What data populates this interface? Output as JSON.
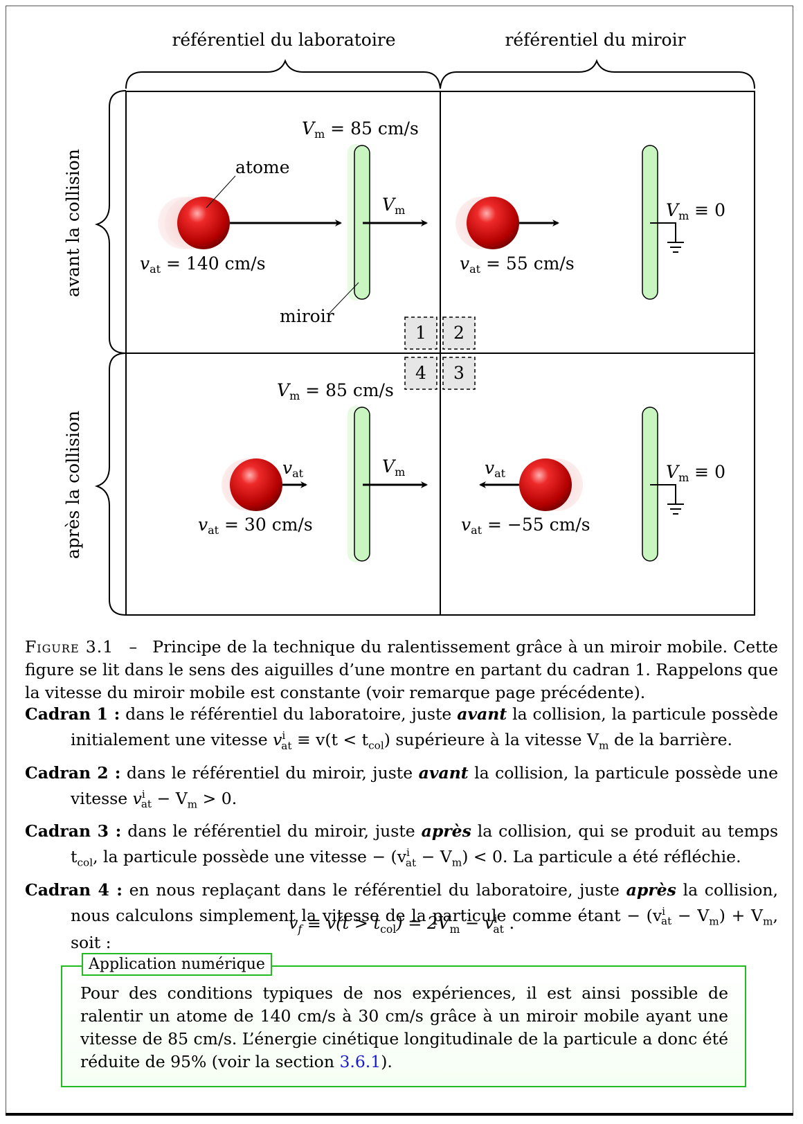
{
  "figure": {
    "header_left": "référentiel du laboratoire",
    "header_right": "référentiel du miroir",
    "side_top": "avant la collision",
    "side_bottom": "après la collision",
    "quadrant_numbers": [
      "1",
      "2",
      "3",
      "4"
    ],
    "q1": {
      "vm_label": "V",
      "vm_sub": "m",
      "vm_value": " = 85 cm/s",
      "atom_label": "atome",
      "mirror_label": "miroir",
      "vat_value": " = 140 cm/s",
      "arrow_label": "V",
      "arrow_sub": "m"
    },
    "q2": {
      "vat_value": " = 55 cm/s",
      "ground_label": "V",
      "ground_sub": "m",
      "ground_value": " ≡ 0"
    },
    "q3": {
      "vat_value": " = −55 cm/s",
      "arrow_label": "v",
      "arrow_sub": "at",
      "ground_label": "V",
      "ground_sub": "m",
      "ground_value": " ≡ 0"
    },
    "q4": {
      "vm_label": "V",
      "vm_sub": "m",
      "vm_value": " = 85 cm/s",
      "vat_value": " = 30 cm/s",
      "arrow_label": "v",
      "arrow_sub": "at",
      "mirror_arrow_label": "V",
      "mirror_arrow_sub": "m"
    },
    "v_symbol": "v",
    "v_sub": "at",
    "colors": {
      "mirror_fill": "#c8f5c0",
      "mirror_glow": "#e6fbe2",
      "atom": "#cc0000",
      "badge_fill": "#e6e6e6",
      "box_border": "#22bb22"
    }
  },
  "caption": {
    "label": "Figure 3.1",
    "dash": "–",
    "text": "Principe de la technique du ralentissement grâce à un miroir mobile. Cette figure se lit dans le sens des aiguilles d’une montre en partant du cadran 1. Rappelons que la vitesse du miroir mobile est constante (voir remarque page précédente)."
  },
  "items": [
    {
      "title": "Cadran 1 :",
      "t1": "dans le référentiel du laboratoire, juste ",
      "em": "avant",
      "t2": " la collision, la particule possède initialement une vitesse ",
      "math": "v",
      "t3": " ≡ v(t < t",
      "t4": ") supérieure à la vitesse V",
      "t5": " de la barrière."
    },
    {
      "title": "Cadran 2 :",
      "t1": "dans le référentiel du miroir, juste ",
      "em": "avant",
      "t2": " la collision, la particule possède une vitesse ",
      "math": "v",
      "t3": " − V",
      "t4": " > 0."
    },
    {
      "title": "Cadran 3 :",
      "t1": "dans le référentiel du miroir, juste ",
      "em": "après",
      "t2": " la collision, qui se produit au temps t",
      "t3": ", la particule possède une vitesse − (v",
      "t4": " − V",
      "t5": ") < 0. La particule a été réfléchie."
    },
    {
      "title": "Cadran 4 :",
      "t1": "en nous replaçant dans le référentiel du laboratoire, juste ",
      "em": "après",
      "t2": " la collision, nous calculons simplement la vitesse de la particule comme étant − (v",
      "t3": " − V",
      "t4": ") + V",
      "t5": ", soit :"
    }
  ],
  "formula": "v_f ≡ v(t > t_col) = 2V_m − v_at^i .",
  "formula_parts": {
    "a": "v",
    "a_sub": "f",
    "b": " ≡ v(t > t",
    "b_sub": "col",
    "c": ") = 2V",
    "c_sub": "m",
    "d": " − v",
    "d_sup": "i",
    "d_sub": "at",
    "e": " ."
  },
  "sub": {
    "at": "at",
    "col": "col",
    "m": "m",
    "i": "i"
  },
  "application": {
    "title": "Application numérique",
    "text": "Pour des conditions typiques de nos expériences, il est ainsi possible de ralentir un atome de 140 cm/s à 30 cm/s grâce à un miroir mobile ayant une vitesse de 85 cm/s. L’énergie cinétique longitudinale de la particule a donc été réduite de 95% (voir la section ",
    "link": "3.6.1",
    "end": ")."
  }
}
